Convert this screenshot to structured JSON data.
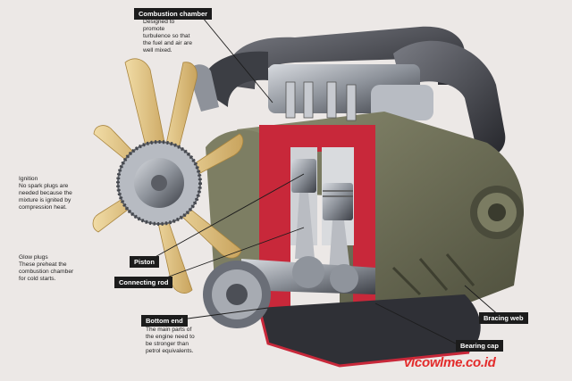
{
  "labels": {
    "combustion_chamber": {
      "title": "Combustion chamber",
      "lines": [
        "Designed to",
        "promote",
        "turbulence so that",
        "the fuel and air are",
        "well mixed."
      ]
    },
    "ignition": {
      "lines": [
        "Ignition",
        "No spark plugs are",
        "needed because the",
        "mixture is ignited by",
        "compression heat."
      ]
    },
    "glow_plugs": {
      "lines": [
        "Glow plugs",
        "These preheat the",
        "combustion chamber",
        "for cold starts."
      ]
    },
    "piston": {
      "title": "Piston"
    },
    "connecting_rod": {
      "title": "Connecting rod"
    },
    "bottom_end": {
      "title": "Bottom end",
      "lines": [
        "The main parts of",
        "the engine need to",
        "be stronger than",
        "petrol equivalents."
      ]
    },
    "bracing_web": {
      "title": "Bracing web"
    },
    "bearing_cap": {
      "title": "Bearing cap"
    }
  },
  "watermark": {
    "text": "vicowlme.co.id"
  },
  "colors": {
    "background": "#ece8e6",
    "fan_blade": "#e3c686",
    "engine_block": "#6f7058",
    "cutaway_red": "#c8283a",
    "steel": "#9ea3ab",
    "label_tag": "#1c1c1c"
  }
}
